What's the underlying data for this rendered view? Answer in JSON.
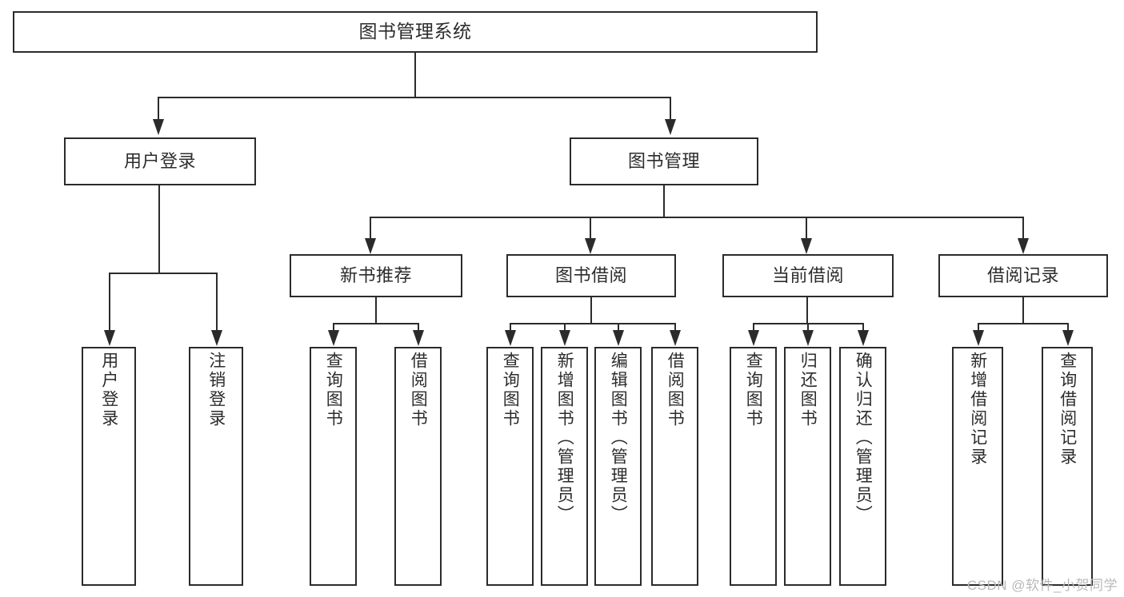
{
  "diagram": {
    "type": "tree",
    "title": "图书管理系统",
    "root": {
      "label": "图书管理系统"
    },
    "level2": [
      {
        "label": "用户登录"
      },
      {
        "label": "图书管理"
      }
    ],
    "level3": [
      {
        "label": "新书推荐"
      },
      {
        "label": "图书借阅"
      },
      {
        "label": "当前借阅"
      },
      {
        "label": "借阅记录"
      }
    ],
    "leaves": {
      "user_login": [
        {
          "label": "用户登录"
        },
        {
          "label": "注销登录"
        }
      ],
      "new_book_recommend": [
        {
          "label": "查询图书"
        },
        {
          "label": "借阅图书"
        }
      ],
      "book_borrow": [
        {
          "label": "查询图书"
        },
        {
          "label": "新增图书（管理员）"
        },
        {
          "label": "编辑图书（管理员）"
        },
        {
          "label": "借阅图书"
        }
      ],
      "current_borrow": [
        {
          "label": "查询图书"
        },
        {
          "label": "归还图书"
        },
        {
          "label": "确认归还（管理员）"
        }
      ],
      "borrow_record": [
        {
          "label": "新增借阅记录"
        },
        {
          "label": "查询借阅记录"
        }
      ]
    }
  },
  "watermark": {
    "text": "CSDN @软件_小贺同学"
  },
  "colors": {
    "stroke": "#2b2b2b",
    "fill": "#ffffff",
    "text": "#2c2c2c",
    "watermark": "#b9b9b9"
  }
}
